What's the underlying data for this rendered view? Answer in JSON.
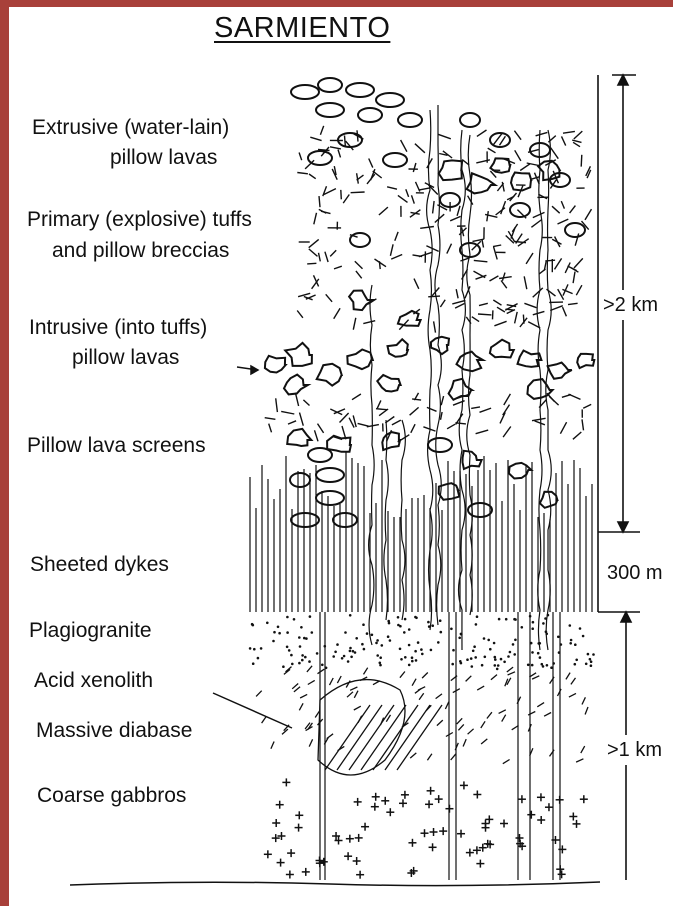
{
  "title": "SARMIENTO",
  "units": [
    {
      "id": "extrusive",
      "line1": "Extrusive (water-lain)",
      "line2": "pillow lavas"
    },
    {
      "id": "primary",
      "line1": "Primary (explosive) tuffs",
      "line2": "and pillow breccias"
    },
    {
      "id": "intrusive",
      "line1": "Intrusive (into tuffs)",
      "line2": "pillow lavas"
    },
    {
      "id": "screens",
      "line1": "Pillow lava screens"
    },
    {
      "id": "dykes",
      "line1": "Sheeted dykes"
    },
    {
      "id": "plagiogranite",
      "line1": "Plagiogranite"
    },
    {
      "id": "xenolith",
      "line1": "Acid xenolith"
    },
    {
      "id": "diabase",
      "line1": "Massive diabase"
    },
    {
      "id": "gabbros",
      "line1": "Coarse gabbros"
    }
  ],
  "scale": {
    "upper": ">2 km",
    "middle": "300 m",
    "lower": ">1 km"
  },
  "colors": {
    "frame": "#a8403a",
    "ink": "#111111"
  }
}
